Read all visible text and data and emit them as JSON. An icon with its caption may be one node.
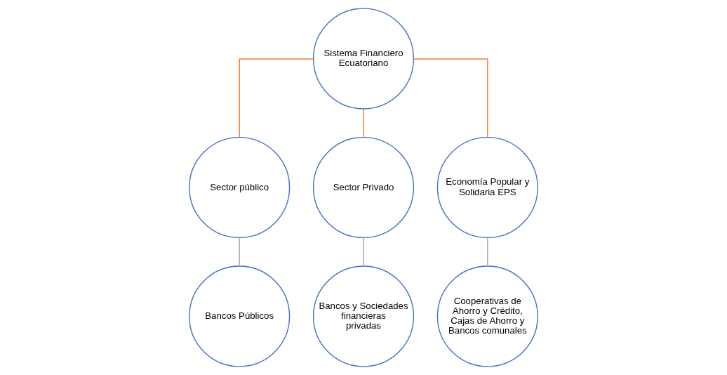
{
  "diagram": {
    "nodes": [
      {
        "text": [
          "Sistema Financiero Ecuatoriano"
        ]
      },
      {
        "text": [
          "Sector público"
        ]
      },
      {
        "text": [
          "Sector Privado"
        ]
      },
      {
        "text": [
          "Economía Popular y Solidaria EPS"
        ]
      },
      {
        "text": [
          "Bancos Públicos"
        ]
      },
      {
        "text": [
          "Bancos y Sociedades financieras privadas"
        ]
      },
      {
        "text": [
          "Cooperativas de Ahorro y Crédito, Cajas de Ahorro y Bancos comunales"
        ]
      }
    ],
    "edges": [
      {
        "from": 0,
        "to": 1,
        "arrow": "none",
        "color": "#ed7d31"
      },
      {
        "from": 0,
        "to": 2,
        "arrow": "none",
        "color": "#ed7d31"
      },
      {
        "from": 0,
        "to": 3,
        "arrow": "none",
        "color": "#ed7d31"
      },
      {
        "from": 1,
        "to": 4,
        "arrow": "none",
        "color": "#a5a5a5"
      },
      {
        "from": 2,
        "to": 5,
        "arrow": "none",
        "color": "#a5a5a5"
      },
      {
        "from": 3,
        "to": 6,
        "arrow": "none",
        "color": "#a5a5a5"
      }
    ]
  }
}
